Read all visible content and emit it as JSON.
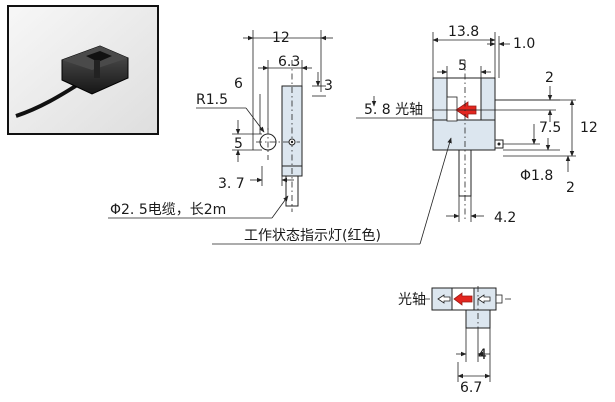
{
  "colors": {
    "body_fill": "#dce6ef",
    "indicator_red": "#e3261f",
    "photo_bg": "#eeeeee"
  },
  "side_view": {
    "dim_width": "12",
    "dim_offset": "6.3",
    "dim_top": "3",
    "dim_height": "6",
    "radius": "R1.5",
    "dim_hole": "5",
    "dim_bottom": "3. 7",
    "cable": "Φ2. 5电缆，长2m"
  },
  "front_view": {
    "dim_width": "13.8",
    "dim_right": "1.0",
    "dim_slot": "5",
    "dim_top": "2",
    "optical_axis": "5. 8  光轴",
    "dim_7_5": "7.5",
    "dim_12": "12",
    "dim_pin": "Φ1.8",
    "dim_bottom": "2",
    "dim_4_2": "4.2",
    "indicator": "工作状态指示灯(红色)"
  },
  "top_view": {
    "optical_axis": "光轴",
    "dim_4": "4",
    "dim_6_7": "6.7"
  }
}
